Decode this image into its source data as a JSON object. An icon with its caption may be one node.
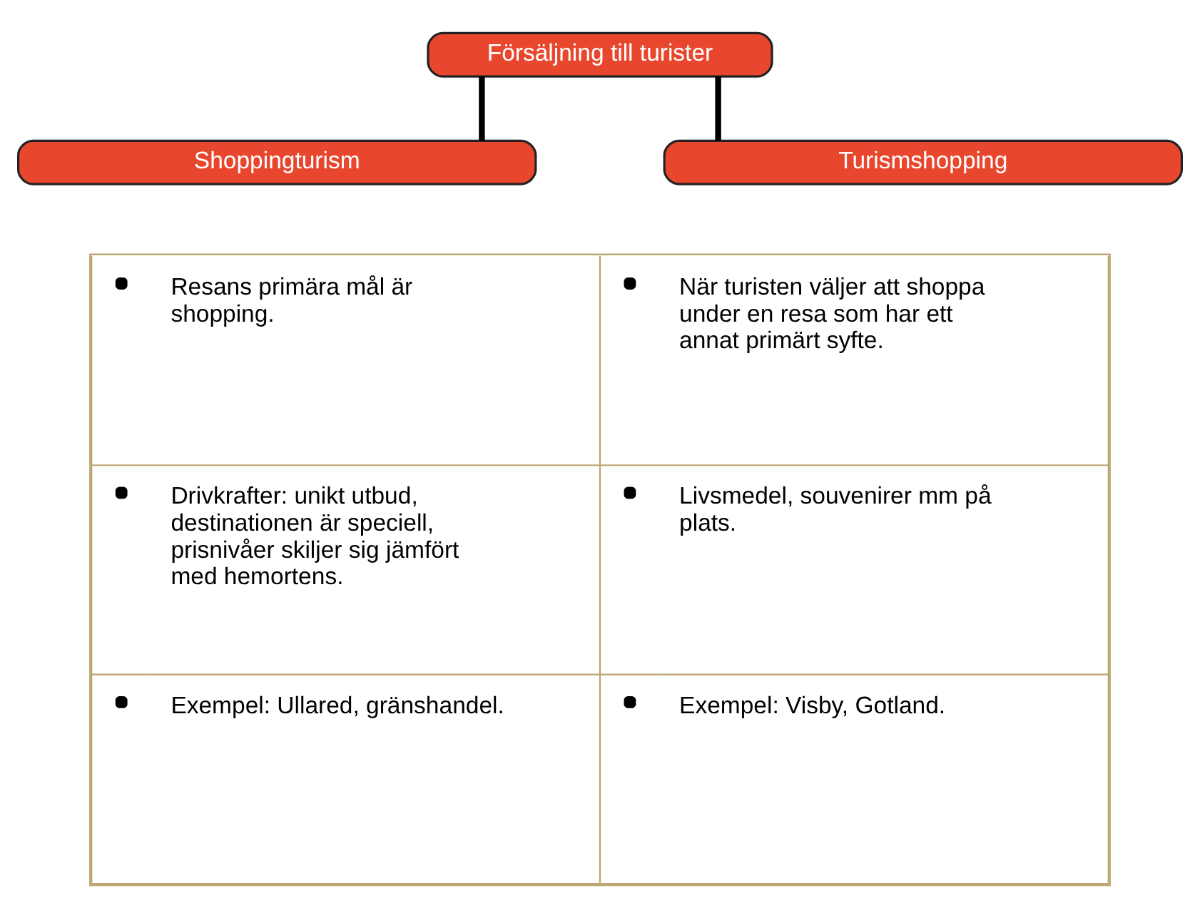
{
  "diagram": {
    "nodes": [
      {
        "text": [
          "Försäljning till turister"
        ]
      },
      {
        "text": [
          "Shoppingturism"
        ]
      },
      {
        "text": [
          "Turismshopping"
        ]
      }
    ],
    "edges": [
      {
        "from": 0,
        "to": 1,
        "arrow": "none"
      },
      {
        "from": 0,
        "to": 2,
        "arrow": "none"
      }
    ],
    "labels": [
      "Resans primära mål är shopping.",
      "När turisten väljer att shoppa under en resa som har ett annat primärt syfte.",
      "Drivkrafter: unikt utbud, destinationen är speciell, prisnivåer skiljer sig jämfört med hemortens.",
      "Livsmedel, souvenirer mm på plats.",
      "Exempel: Ullared, gränshandel.",
      "Exempel: Visby, Gotland."
    ]
  }
}
